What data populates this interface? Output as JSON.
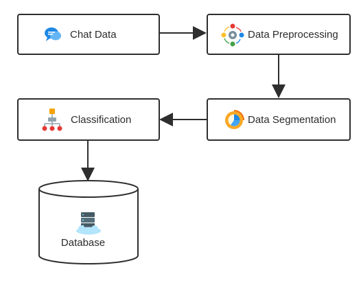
{
  "nodes": {
    "chat_data": {
      "label": "Chat Data",
      "icon": "chat-bubbles-icon"
    },
    "data_preprocessing": {
      "label": "Data Preprocessing",
      "icon": "gear-cycle-icon"
    },
    "data_segmentation": {
      "label": "Data Segmentation",
      "icon": "pie-segment-icon"
    },
    "classification": {
      "label": "Classification",
      "icon": "hierarchy-tree-icon"
    },
    "database": {
      "label": "Database",
      "icon": "server-cloud-icon"
    }
  },
  "colors": {
    "stroke": "#2e2e2e",
    "chat_icon": "#1e88e5",
    "preprocess_icon": [
      "#e53935",
      "#fbc02d",
      "#1e88e5",
      "#43a047"
    ],
    "segment_icon": "#f9a825",
    "tree_icon": [
      "#f4a300",
      "#90a4ae",
      "#e53935"
    ],
    "server_icon": "#455a64",
    "cloud_icon": "#b3e5fc"
  }
}
